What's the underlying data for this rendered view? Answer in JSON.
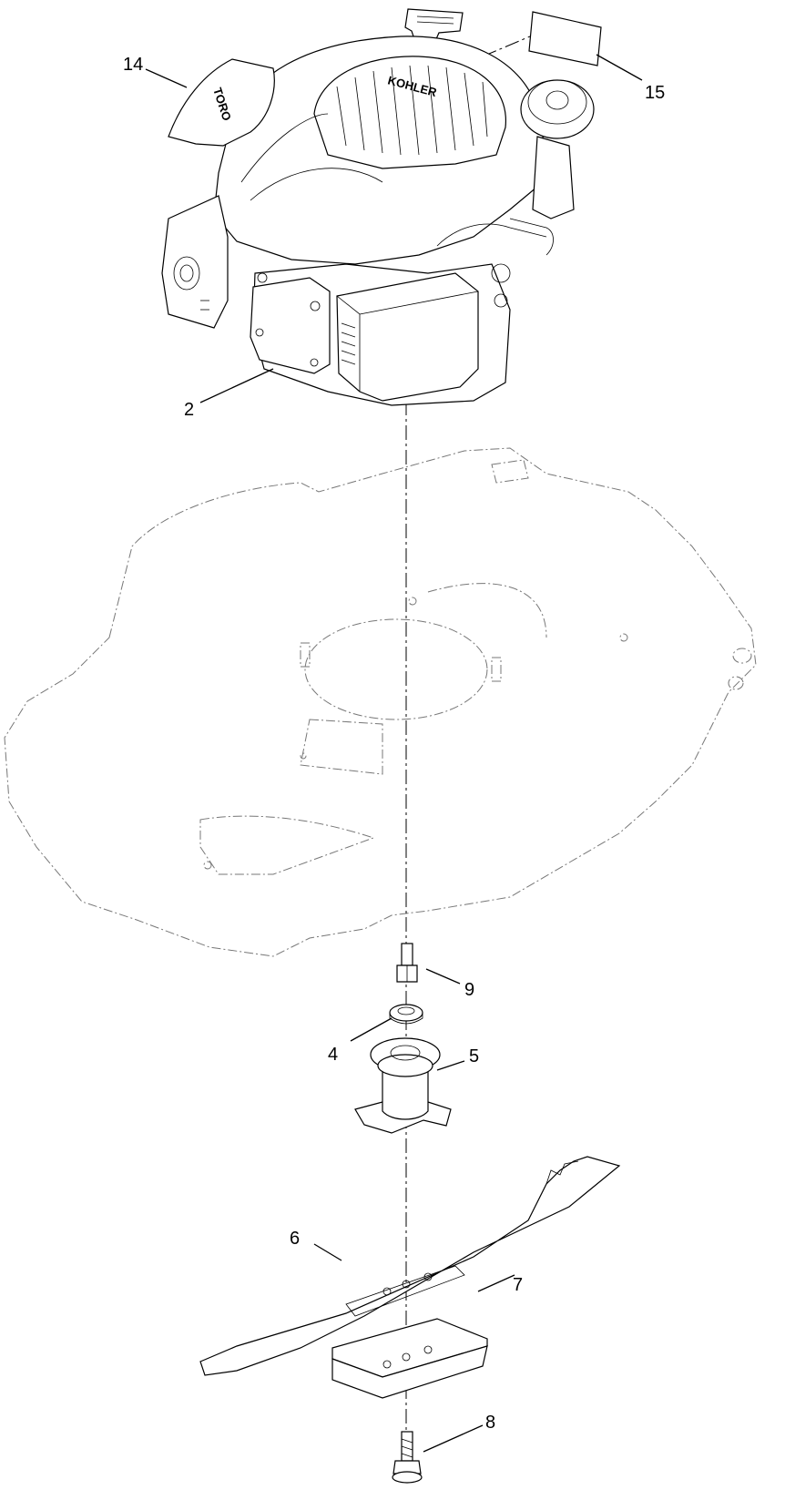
{
  "callouts": [
    {
      "id": "14",
      "label": "14"
    },
    {
      "id": "15",
      "label": "15"
    },
    {
      "id": "2",
      "label": "2"
    },
    {
      "id": "9",
      "label": "9"
    },
    {
      "id": "4",
      "label": "4"
    },
    {
      "id": "5",
      "label": "5"
    },
    {
      "id": "6",
      "label": "6"
    },
    {
      "id": "7",
      "label": "7"
    },
    {
      "id": "8",
      "label": "8"
    }
  ],
  "engine": {
    "brand": "KOHLER"
  },
  "decal": {
    "brand": "TORO"
  }
}
